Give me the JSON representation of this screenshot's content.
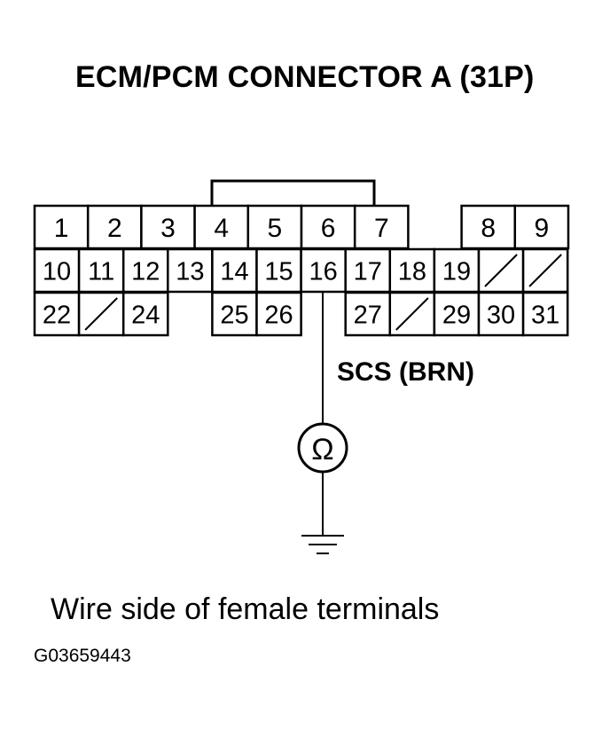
{
  "title": "ECM/PCM CONNECTOR A (31P)",
  "wire_label": "SCS (BRN)",
  "meter_symbol": "Ω",
  "meter_icon": "ohmmeter-icon",
  "ground_icon": "ground-icon",
  "caption": "Wire side of female terminals",
  "figure_id": "G03659443",
  "connector": {
    "highlighted_terminal": "16",
    "row1": [
      "1",
      "2",
      "3",
      "4",
      "5",
      "6",
      "7",
      "",
      "8",
      "9"
    ],
    "row2": [
      "10",
      "11",
      "12",
      "13",
      "14",
      "15",
      "16",
      "17",
      "18",
      "19",
      "/",
      "/"
    ],
    "row3": [
      "22",
      "/",
      "24",
      "",
      "25",
      "26",
      "",
      "27",
      "/",
      "29",
      "30",
      "31"
    ]
  }
}
